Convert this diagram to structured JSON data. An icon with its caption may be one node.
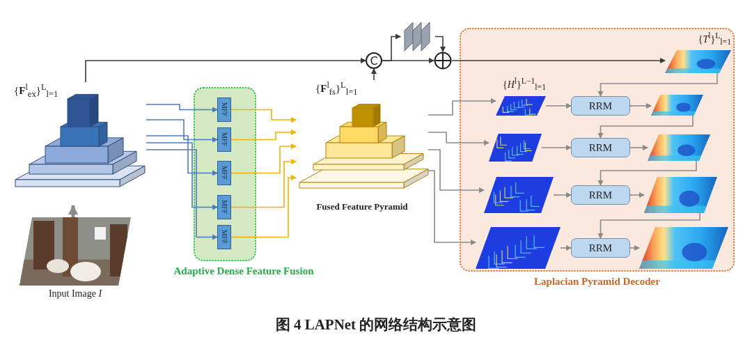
{
  "diagram": {
    "caption": "图 4 LAPNet 的网络结构示意图",
    "nodes": [
      {
        "text": [
          "Input Image *I*"
        ]
      },
      {
        "text": [
          "{**F**$^{l}$$_{ex}$}$^{L}$$_{l=1}$"
        ]
      },
      {
        "text": [
          "Adaptive Dense Feature Fusion"
        ]
      },
      {
        "text": [
          "MFF"
        ],
        "in": 2
      },
      {
        "text": [
          "MFF"
        ],
        "in": 2
      },
      {
        "text": [
          "MFF"
        ],
        "in": 2
      },
      {
        "text": [
          "MFF"
        ],
        "in": 2
      },
      {
        "text": [
          "MFF"
        ],
        "in": 2
      },
      {
        "text": [
          "{**F**$^{l}$$_{fs}$}$^{L}$$_{l=1}$",
          "Fused Feature Pyramid"
        ]
      },
      {
        "text": [
          "C"
        ]
      },
      {
        "text": [],
        "shape": "box"
      },
      {
        "text": [],
        "shape": "circle"
      },
      {
        "text": [
          "Laplacian Pyramid Decoder"
        ]
      },
      {
        "text": [
          "{*T*$^{l}$}$^{L}$$_{l=1}$"
        ],
        "in": 12
      },
      {
        "text": [
          "{*H*$^{l}$}$^{L−1}$$_{l=1}$"
        ],
        "in": 12
      },
      {
        "text": [],
        "shape": "picture",
        "in": 12
      },
      {
        "text": [],
        "shape": "picture",
        "in": 12
      },
      {
        "text": [],
        "shape": "picture",
        "in": 12
      },
      {
        "text": [
          "RRM"
        ],
        "in": 12
      },
      {
        "text": [
          "RRM"
        ],
        "in": 12
      },
      {
        "text": [
          "RRM"
        ],
        "in": 12
      },
      {
        "text": [
          "RRM"
        ],
        "in": 12
      },
      {
        "text": [],
        "shape": "picture",
        "in": 12
      },
      {
        "text": [],
        "shape": "picture",
        "in": 12
      },
      {
        "text": [],
        "shape": "picture",
        "in": 12
      },
      {
        "text": [],
        "shape": "picture",
        "in": 12
      }
    ],
    "edges": [
      {
        "from": 0,
        "to": 1,
        "arrow": "to",
        "style": "thick"
      },
      {
        "from": 1,
        "to": 3,
        "arrow": "to",
        "color": "#4a7ebb"
      },
      {
        "from": 1,
        "to": 4,
        "arrow": "to",
        "color": "#4a7ebb"
      },
      {
        "from": 1,
        "to": 5,
        "arrow": "to",
        "color": "#4a7ebb"
      },
      {
        "from": 1,
        "to": 6,
        "arrow": "to",
        "color": "#4a7ebb"
      },
      {
        "from": 1,
        "to": 7,
        "arrow": "to",
        "color": "#4a7ebb"
      },
      {
        "from": 3,
        "to": 8,
        "arrow": "to",
        "color": "#f2b200"
      },
      {
        "from": 4,
        "to": 8,
        "arrow": "to",
        "color": "#f2b200"
      },
      {
        "from": 5,
        "to": 8,
        "arrow": "to",
        "color": "#f2b200"
      },
      {
        "from": 6,
        "to": 8,
        "arrow": "to",
        "color": "#f2b200"
      },
      {
        "from": 7,
        "to": 8,
        "arrow": "to",
        "color": "#f2b200"
      },
      {
        "from": 1,
        "to": 9,
        "arrow": "to",
        "color": "#3a3a3a"
      },
      {
        "from": 8,
        "to": 9,
        "arrow": "to",
        "color": "#3a3a3a"
      },
      {
        "from": 9,
        "to": 10,
        "arrow": "to",
        "color": "#3a3a3a"
      },
      {
        "from": 9,
        "to": 11,
        "arrow": "to",
        "color": "#3a3a3a"
      },
      {
        "from": 10,
        "to": 11,
        "arrow": "to",
        "color": "#3a3a3a"
      },
      {
        "from": 11,
        "to": 13,
        "arrow": "to",
        "color": "#3a3a3a"
      },
      {
        "from": 8,
        "to": 14,
        "arrow": "to"
      },
      {
        "from": 8,
        "to": 15,
        "arrow": "to"
      },
      {
        "from": 8,
        "to": 16,
        "arrow": "to"
      },
      {
        "from": 8,
        "to": 17,
        "arrow": "to"
      },
      {
        "from": 13,
        "to": 18,
        "arrow": "to"
      },
      {
        "from": 14,
        "to": 18,
        "arrow": "to"
      },
      {
        "from": 18,
        "to": 22,
        "arrow": "to"
      },
      {
        "from": 22,
        "to": 19,
        "arrow": "to"
      },
      {
        "from": 15,
        "to": 19,
        "arrow": "to"
      },
      {
        "from": 19,
        "to": 23,
        "arrow": "to"
      },
      {
        "from": 23,
        "to": 20,
        "arrow": "to"
      },
      {
        "from": 16,
        "to": 20,
        "arrow": "to"
      },
      {
        "from": 20,
        "to": 24,
        "arrow": "to"
      },
      {
        "from": 24,
        "to": 21,
        "arrow": "to"
      },
      {
        "from": 17,
        "to": 21,
        "arrow": "to"
      },
      {
        "from": 21,
        "to": 25,
        "arrow": "to"
      }
    ]
  }
}
